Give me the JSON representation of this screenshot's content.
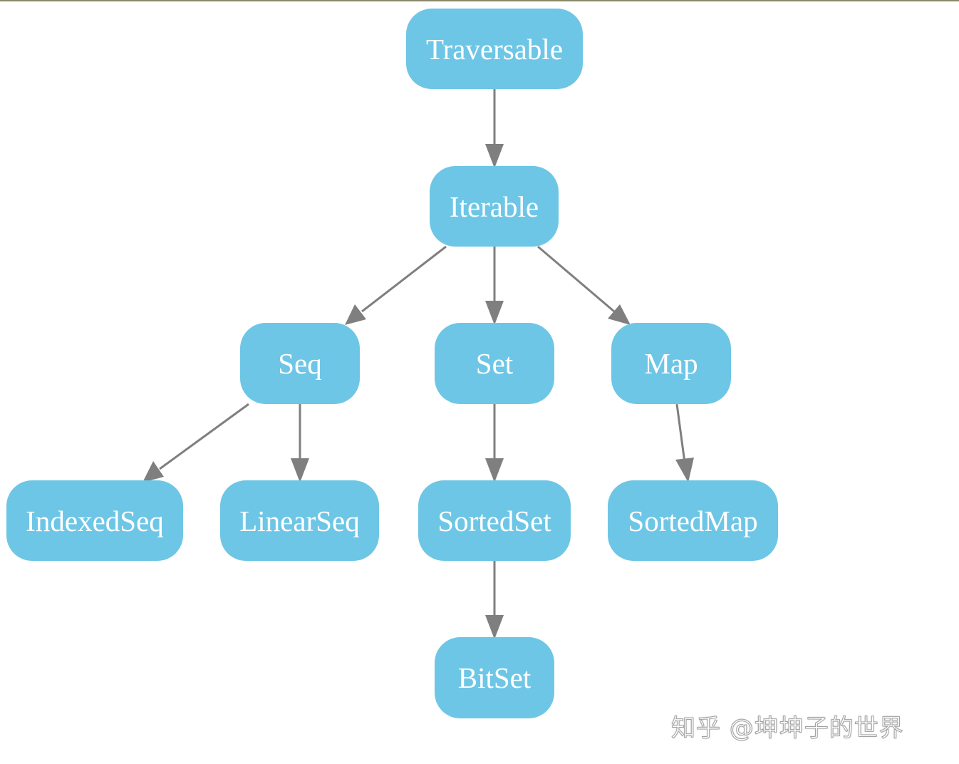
{
  "diagram": {
    "node_color": "#6ec6e6",
    "edge_color": "#7f7f7f",
    "text_color": "#ffffff",
    "nodes": [
      {
        "id": "traversable",
        "label": "Traversable"
      },
      {
        "id": "iterable",
        "label": "Iterable"
      },
      {
        "id": "seq",
        "label": "Seq"
      },
      {
        "id": "set",
        "label": "Set"
      },
      {
        "id": "map",
        "label": "Map"
      },
      {
        "id": "indexedseq",
        "label": "IndexedSeq"
      },
      {
        "id": "linearseq",
        "label": "LinearSeq"
      },
      {
        "id": "sortedset",
        "label": "SortedSet"
      },
      {
        "id": "sortedmap",
        "label": "SortedMap"
      },
      {
        "id": "bitset",
        "label": "BitSet"
      }
    ],
    "edges": [
      {
        "from": "traversable",
        "to": "iterable"
      },
      {
        "from": "iterable",
        "to": "seq"
      },
      {
        "from": "iterable",
        "to": "set"
      },
      {
        "from": "iterable",
        "to": "map"
      },
      {
        "from": "seq",
        "to": "indexedseq"
      },
      {
        "from": "seq",
        "to": "linearseq"
      },
      {
        "from": "set",
        "to": "sortedset"
      },
      {
        "from": "map",
        "to": "sortedmap"
      },
      {
        "from": "sortedset",
        "to": "bitset"
      }
    ]
  },
  "watermark": {
    "text": "知乎 @坤坤子的世界"
  }
}
